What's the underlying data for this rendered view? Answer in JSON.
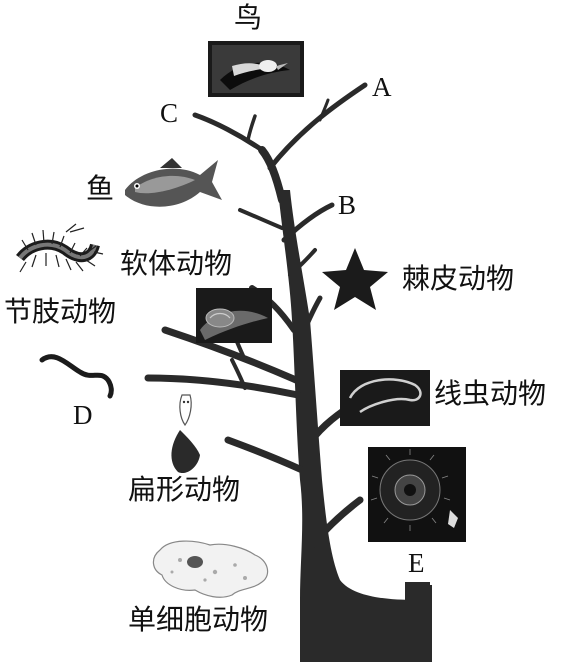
{
  "labels": {
    "bird": "鸟",
    "fish": "鱼",
    "mollusk": "软体动物",
    "arthropod": "节肢动物",
    "echinoderm": "棘皮动物",
    "nematode": "线虫动物",
    "flatworm": "扁形动物",
    "protozoa": "单细胞动物"
  },
  "letters": {
    "a": "A",
    "b": "B",
    "c": "C",
    "d": "D",
    "e": "E"
  },
  "colors": {
    "trunk": "#2a2a2a",
    "ink": "#111111",
    "photo_bg": "#1a1a1a"
  }
}
